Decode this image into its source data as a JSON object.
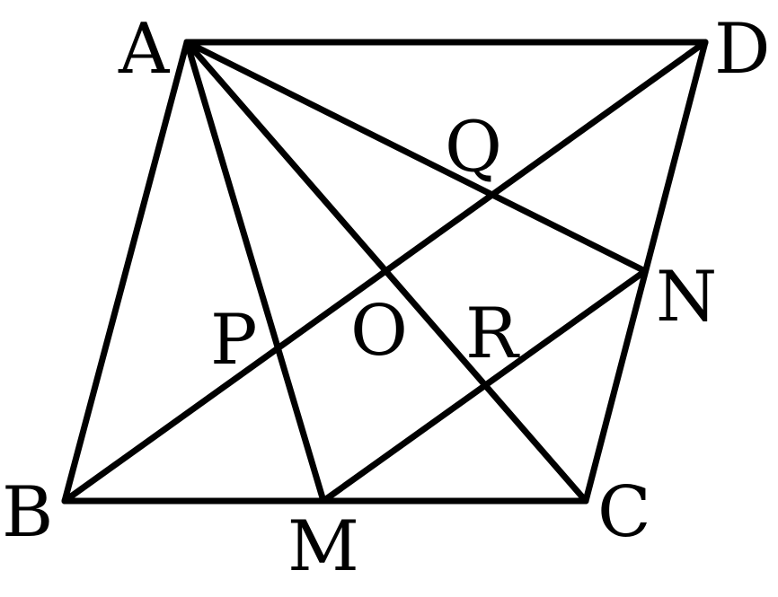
{
  "diagram": {
    "points": [
      {
        "id": "A",
        "label": "A"
      },
      {
        "id": "D",
        "label": "D"
      },
      {
        "id": "Q",
        "label": "Q"
      },
      {
        "id": "N",
        "label": "N"
      },
      {
        "id": "P",
        "label": "P"
      },
      {
        "id": "O",
        "label": "O"
      },
      {
        "id": "R",
        "label": "R"
      },
      {
        "id": "B",
        "label": "B"
      },
      {
        "id": "C",
        "label": "C"
      },
      {
        "id": "M",
        "label": "M"
      }
    ],
    "segments": [
      [
        "A",
        "D"
      ],
      [
        "A",
        "B"
      ],
      [
        "B",
        "C"
      ],
      [
        "C",
        "D"
      ],
      [
        "B",
        "D"
      ],
      [
        "A",
        "C"
      ],
      [
        "A",
        "M"
      ],
      [
        "A",
        "N"
      ],
      [
        "M",
        "N"
      ]
    ],
    "colors": {
      "stroke": "#000000",
      "background": "#ffffff"
    }
  }
}
